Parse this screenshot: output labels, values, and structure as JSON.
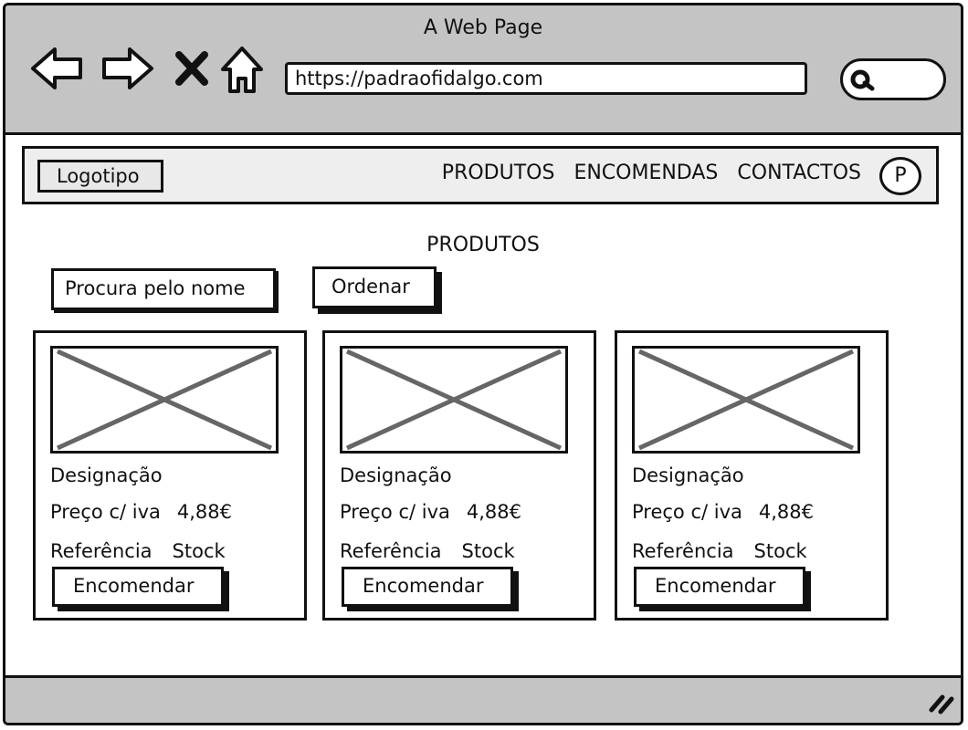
{
  "window": {
    "title": "A Web Page"
  },
  "browser": {
    "url": "https://padraofidalgo.com",
    "icons": [
      "back-arrow-icon",
      "forward-arrow-icon",
      "close-icon",
      "home-icon",
      "search-icon"
    ]
  },
  "site_nav": {
    "logo": "Logotipo",
    "links": [
      "PRODUTOS",
      "ENCOMENDAS",
      "CONTACTOS"
    ],
    "avatar": "P"
  },
  "page": {
    "title": "PRODUTOS",
    "search_label": "Procura pelo nome",
    "sort_label": "Ordenar"
  },
  "products": [
    {
      "designation": "Designação",
      "price_label": "Preço c/ iva",
      "price": "4,88€",
      "reference": "Referência",
      "stock": "Stock",
      "order_label": "Encomendar"
    },
    {
      "designation": "Designação",
      "price_label": "Preço c/ iva",
      "price": "4,88€",
      "reference": "Referência",
      "stock": "Stock",
      "order_label": "Encomendar"
    },
    {
      "designation": "Designação",
      "price_label": "Preço c/ iva",
      "price": "4,88€",
      "reference": "Referência",
      "stock": "Stock",
      "order_label": "Encomendar"
    }
  ]
}
